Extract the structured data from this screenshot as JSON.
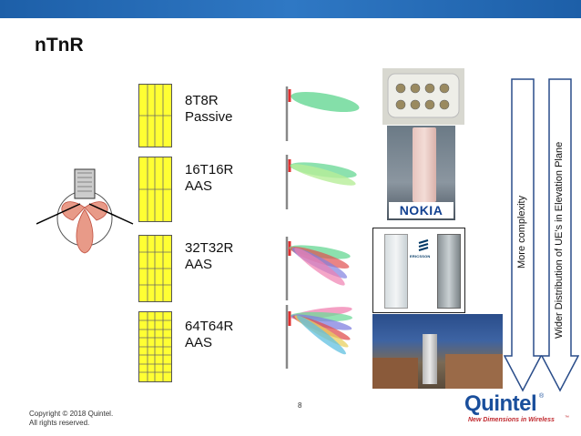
{
  "slide": {
    "title": "nTnR",
    "configs": [
      {
        "label": "8T8R\nPassive"
      },
      {
        "label": "16T16R\nAAS"
      },
      {
        "label": "32T32R\nAAS"
      },
      {
        "label": "64T64R\nAAS"
      }
    ],
    "arrows": {
      "left": "More complexity",
      "right": "Wider Distribution of UE’s in Elevation Plane"
    },
    "vendor_logos": {
      "nokia": "NOKIA",
      "ericsson": "ERICSSON"
    },
    "footer": {
      "copyright_line1": "Copyright © 2018 Quintel.",
      "copyright_line2": "All rights reserved.",
      "page_number": "8"
    },
    "brand": {
      "name": "Quintel",
      "registered": "®",
      "tagline": "New Dimensions in Wireless",
      "tagline_tm": "™"
    }
  },
  "colors": {
    "top_bar": "#2468b4",
    "panel_yellow": "#ffff33",
    "beam_green": "#6fd99a",
    "beam_red": "#e05050",
    "beam_blue": "#8080e0",
    "beam_pink": "#f080b0",
    "brand_blue": "#1a4f9c",
    "tagline_red": "#c0282d"
  }
}
